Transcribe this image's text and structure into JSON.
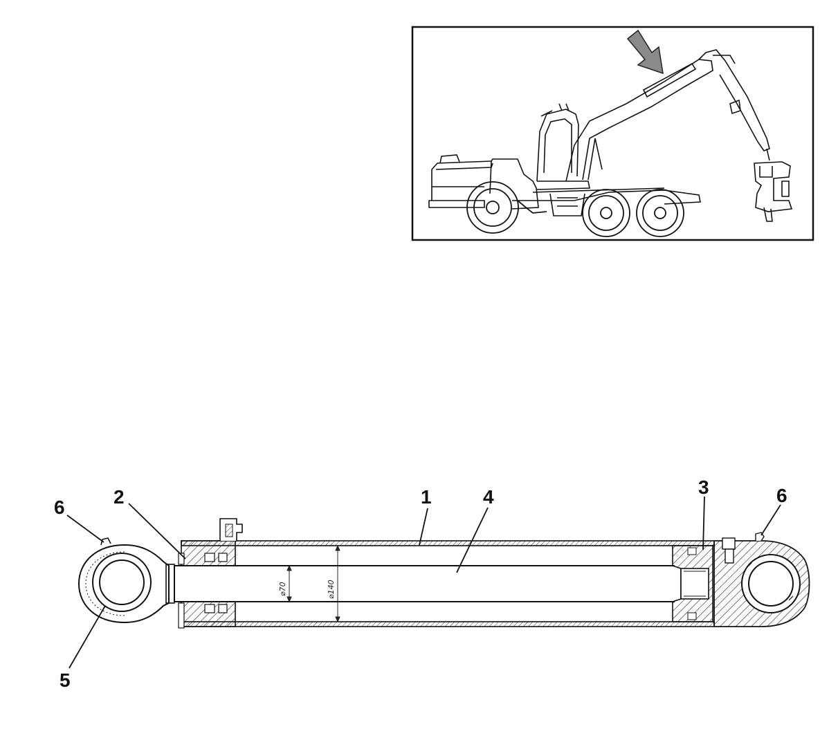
{
  "callouts": {
    "c1": "1",
    "c2": "2",
    "c3": "3",
    "c4": "4",
    "c5": "5",
    "c6_left": "6",
    "c6_right": "6"
  },
  "dimensions": {
    "rod_diameter": "⌀70",
    "bore_diameter": "⌀140"
  },
  "colors": {
    "line": "#111111",
    "arrow": "#8a8a8a",
    "background": "#ffffff"
  },
  "icons": {
    "location_marker": "arrow-down-right-icon"
  }
}
